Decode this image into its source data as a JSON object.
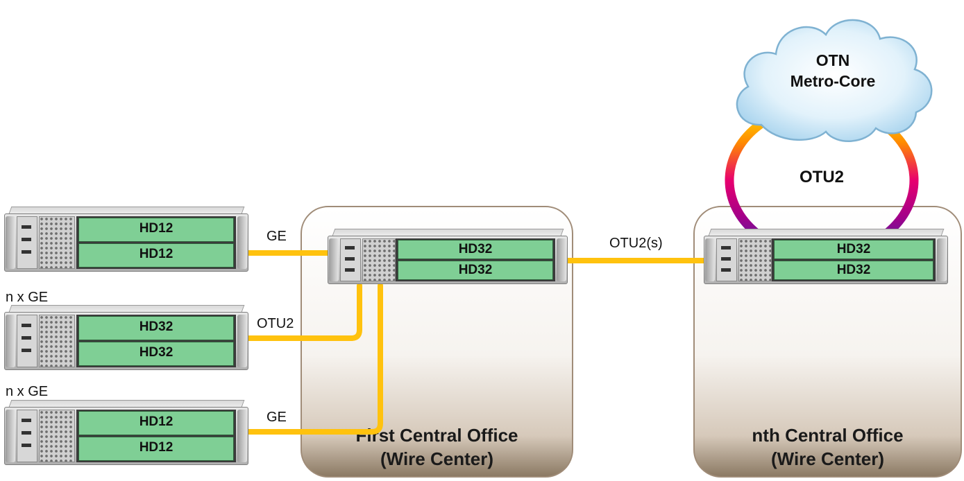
{
  "diagram": {
    "cloud": {
      "line1": "OTN",
      "line2": "Metro-Core"
    },
    "ring_label": "OTU2",
    "offices": [
      {
        "line1": "First Central Office",
        "line2": "(Wire Center)"
      },
      {
        "line1": "nth Central Office",
        "line2": "(Wire Center)"
      }
    ],
    "links": {
      "ge_top": "GE",
      "otu2_mid": "OTU2",
      "ge_bottom": "GE",
      "otu2s": "OTU2(s)",
      "nxge_1": "n x GE",
      "nxge_2": "n x GE"
    },
    "devices": {
      "left_top": {
        "card1": "HD12",
        "card2": "HD12"
      },
      "left_mid": {
        "card1": "HD32",
        "card2": "HD32"
      },
      "left_bot": {
        "card1": "HD12",
        "card2": "HD12"
      },
      "first_co": {
        "card1": "HD32",
        "card2": "HD32"
      },
      "nth_co": {
        "card1": "HD32",
        "card2": "HD32"
      }
    },
    "colors": {
      "fiber": "#ffc20e",
      "card": "#7fcf95",
      "cloud": "#cfe8f6",
      "office_border": "#a08c78"
    }
  }
}
